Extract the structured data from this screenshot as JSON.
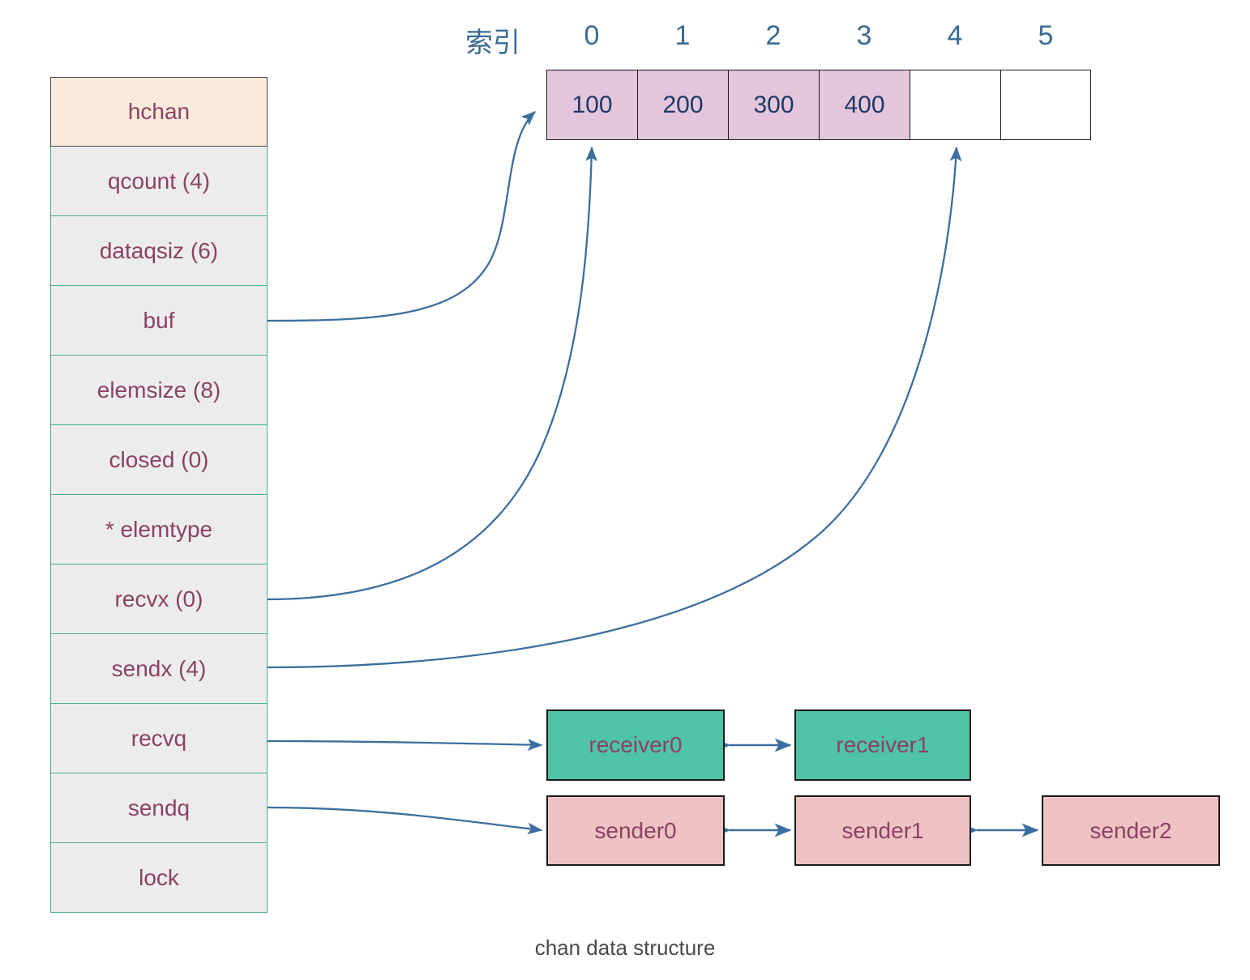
{
  "caption": "chan data structure",
  "colors": {
    "header_fill": "#faeadb",
    "row_fill": "#ececec",
    "row_border": "#4caf91",
    "label_text": "#8b4263",
    "buffer_filled": "#e3c5dc",
    "buffer_text": "#1f3864",
    "index_text": "#3a6a93",
    "receiver_fill": "#4ec3a8",
    "sender_fill": "#eec2c2",
    "arrow": "#3c6e9f"
  },
  "struct": {
    "header": "hchan",
    "fields": [
      {
        "label": "qcount (4)"
      },
      {
        "label": "dataqsiz (6)"
      },
      {
        "label": "buf"
      },
      {
        "label": "elemsize (8)"
      },
      {
        "label": "closed (0)"
      },
      {
        "label": "* elemtype"
      },
      {
        "label": "recvx (0)"
      },
      {
        "label": "sendx (4)"
      },
      {
        "label": "recvq"
      },
      {
        "label": "sendq"
      },
      {
        "label": "lock"
      }
    ]
  },
  "buffer": {
    "index_title": "索引",
    "indices": [
      "0",
      "1",
      "2",
      "3",
      "4",
      "5"
    ],
    "cells": [
      {
        "value": "100",
        "filled": true
      },
      {
        "value": "200",
        "filled": true
      },
      {
        "value": "300",
        "filled": true
      },
      {
        "value": "400",
        "filled": true
      },
      {
        "value": "",
        "filled": false
      },
      {
        "value": "",
        "filled": false
      }
    ]
  },
  "recvq": {
    "nodes": [
      {
        "label": "receiver0"
      },
      {
        "label": "receiver1"
      }
    ]
  },
  "sendq": {
    "nodes": [
      {
        "label": "sender0"
      },
      {
        "label": "sender1"
      },
      {
        "label": "sender2"
      }
    ]
  }
}
